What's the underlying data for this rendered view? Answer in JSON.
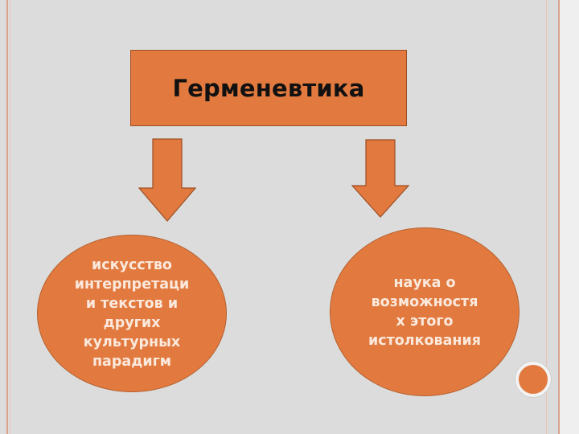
{
  "diagram": {
    "title": "Герменевтика",
    "left_node": {
      "lines": [
        "искусство",
        "интерпретаци",
        "и текстов и",
        "других",
        "культурных",
        "парадигм"
      ]
    },
    "right_node": {
      "lines": [
        "наука о",
        "возможностя",
        "х этого",
        "истолкования"
      ]
    }
  },
  "colors": {
    "box_fill": "#e27a3f",
    "box_border": "#9c4d22",
    "ellipse_text": "#fbe9dd",
    "background": "#dcdcdc",
    "frame": "#d9a38e"
  },
  "icons": {
    "arrows": "arrow-down-icon",
    "corner_decoration": "circle-decoration-icon"
  }
}
